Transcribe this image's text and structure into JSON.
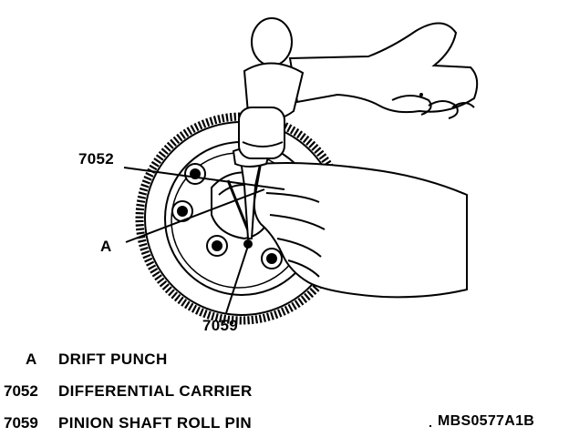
{
  "callouts": {
    "part_7052": "7052",
    "part_a": "A",
    "part_7059": "7059"
  },
  "legend": [
    {
      "key": "A",
      "description": "DRIFT PUNCH"
    },
    {
      "key": "7052",
      "description": "DIFFERENTIAL CARRIER"
    },
    {
      "key": "7059",
      "description": "PINION SHAFT ROLL PIN"
    }
  ],
  "reference_code": "MBS0577A1B",
  "colors": {
    "ink": "#000000",
    "paper": "#ffffff"
  }
}
